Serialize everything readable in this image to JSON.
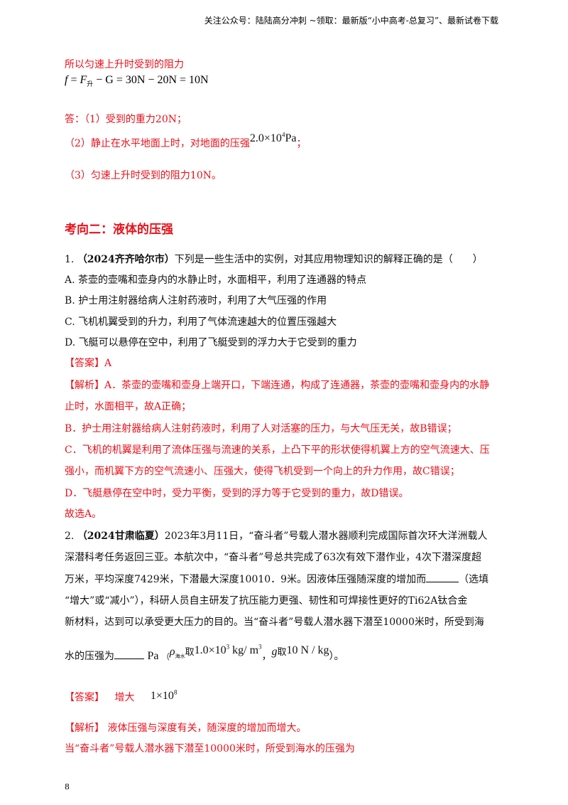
{
  "header": "关注公众号：陆陆高分冲刺 ~领取：最新版“小中高考-总复习”、最新试卷下载",
  "top": {
    "l1": "所以匀速上升时受到的阻力",
    "eq_f": "f",
    "eq_F": "F",
    "eq_sub": "升",
    "eq_rest": " − G = 30N − 20N = 10N",
    "ans1": "答：（1）受到的重力20N；",
    "ans2a": "（2）静止在水平地面上时，对地面的压强",
    "ans2_val": "2.0×10",
    "ans2_exp": "4",
    "ans2_unit": "Pa",
    "ans2_end": "；",
    "ans3": "（3）匀速上升时受到的阻力10N。"
  },
  "section_title": "考向二：液体的压强",
  "q1": {
    "num": "1.",
    "src": "（2024齐齐哈尔市）",
    "stem": "下列是一些生活中的实例，对其应用物理知识的解释正确的是（　　）",
    "A": "A. 茶壶的壶嘴和壶身内的水静止时，水面相平，利用了连通器的特点",
    "B": "B. 护士用注射器给病人注射药液时，利用了大气压强的作用",
    "C": "C. 飞机机翼受到的升力，利用了气体流速越大的位置压强越大",
    "D": "D. 飞艇可以悬停在空中，利用了飞艇受到的浮力大于它受到的重力",
    "answer": "【答案】A",
    "exp1": "【解析】A．茶壶的壶嘴和壶身上端开口，下端连通，构成了连通器，茶壶的壶嘴和壶身内的水静",
    "exp2": "止时，水面相平，故A正确；",
    "exp3": "B．护士用注射器给病人注射药液时，利用了人对活塞的压力，与大气压无关，故B错误；",
    "exp4": "C．飞机的机翼是利用了流体压强与流速的关系，上凸下平的形状使得机翼上方的空气流速大、压",
    "exp5": "强小，而机翼下方的空气流速小、压强大，使得飞机受到一个向上的升力作用，故C错误；",
    "exp6": "D．飞艇悬停在空中时，受力平衡，受到的浮力等于它受到的重力，故D错误。",
    "exp7": "故选A。"
  },
  "q2": {
    "num": "2.",
    "src": "（2024甘肃临夏）",
    "l1": "2023年3月11日，“奋斗者”号载人潜水器顺利完成国际首次环大洋洲载人",
    "l2": "深潜科考任务返回三亚。本航次中，“奋斗者”号总共完成了63次有效下潜作业，4次下潜深度超",
    "l3a": "万米，平均深度7429米，下潜最大深度10010．9米。因液体压强随深度的增加而",
    "l3b": "（选填",
    "l4": "“增大”或“减小”），科研人员自主研发了抗压能力更强、韧性和可焊接性更好的Ti62A钛合金",
    "l5": "新材料，达到可以承受更大压力的目的。当“奋斗者”号载人潜水器下潜至10000米时，所受到海",
    "l6a": "水的压强为",
    "l6_pa": "Pa",
    "l6_open": "（",
    "l6_rho": "ρ",
    "l6_rho_sub": "海水",
    "l6_take": "取",
    "l6_val": "1.0×10",
    "l6_exp": "3",
    "l6_unit": "kg/ m",
    "l6_unit_exp": "3",
    "l6_comma": "，",
    "l6_g": "g",
    "l6_take2": "取",
    "l6_gval": "10 N / kg",
    "l6_close": "）。",
    "answer_label": "【答案】",
    "answer_a": "增大",
    "answer_b": "1×10",
    "answer_b_exp": "8",
    "exp1": "【解析】 液体压强与深度有关，随深度的增加而增大。",
    "exp2": "当“奋斗者”号载人潜水器下潜至10000米时，所受到海水的压强为"
  },
  "page_number": "8"
}
